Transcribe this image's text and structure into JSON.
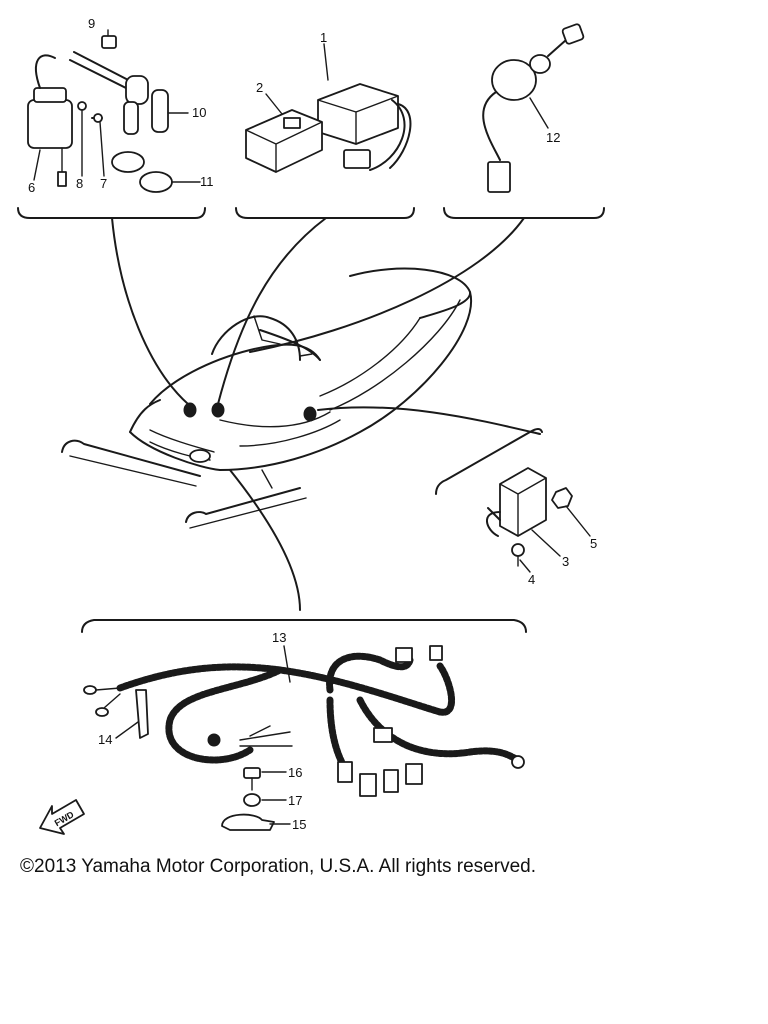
{
  "diagram": {
    "callouts": [
      "1",
      "2",
      "3",
      "4",
      "5",
      "6",
      "7",
      "8",
      "9",
      "10",
      "11",
      "12",
      "13",
      "14",
      "15",
      "16",
      "17"
    ],
    "find_marker": "FWD"
  },
  "footer": {
    "copyright": "©2013 Yamaha Motor Corporation, U.S.A. All rights reserved."
  }
}
